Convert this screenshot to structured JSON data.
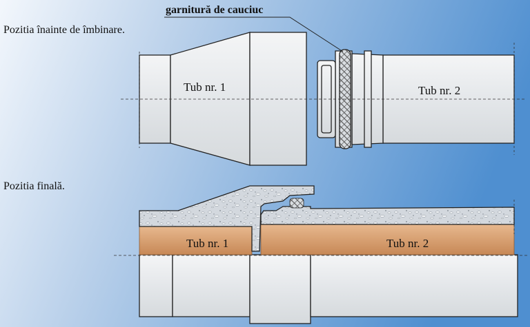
{
  "labels": {
    "position_before": "Pozitia înainte de îmbinare.",
    "position_final": "Pozitia finală.",
    "gasket": "garnitură de cauciuc",
    "pipe1_top": "Tub nr. 1",
    "pipe2_top": "Tub nr. 2",
    "pipe1_bottom": "Tub nr. 1",
    "pipe2_bottom": "Tub nr. 2"
  },
  "colors": {
    "background_light": "#eef3fa",
    "background_dark": "#4f8fd0",
    "pipe_body": "#e6e9ec",
    "pipe_outline": "#222222",
    "lining": "#d49a6a",
    "cement": "#cfd5dc"
  }
}
